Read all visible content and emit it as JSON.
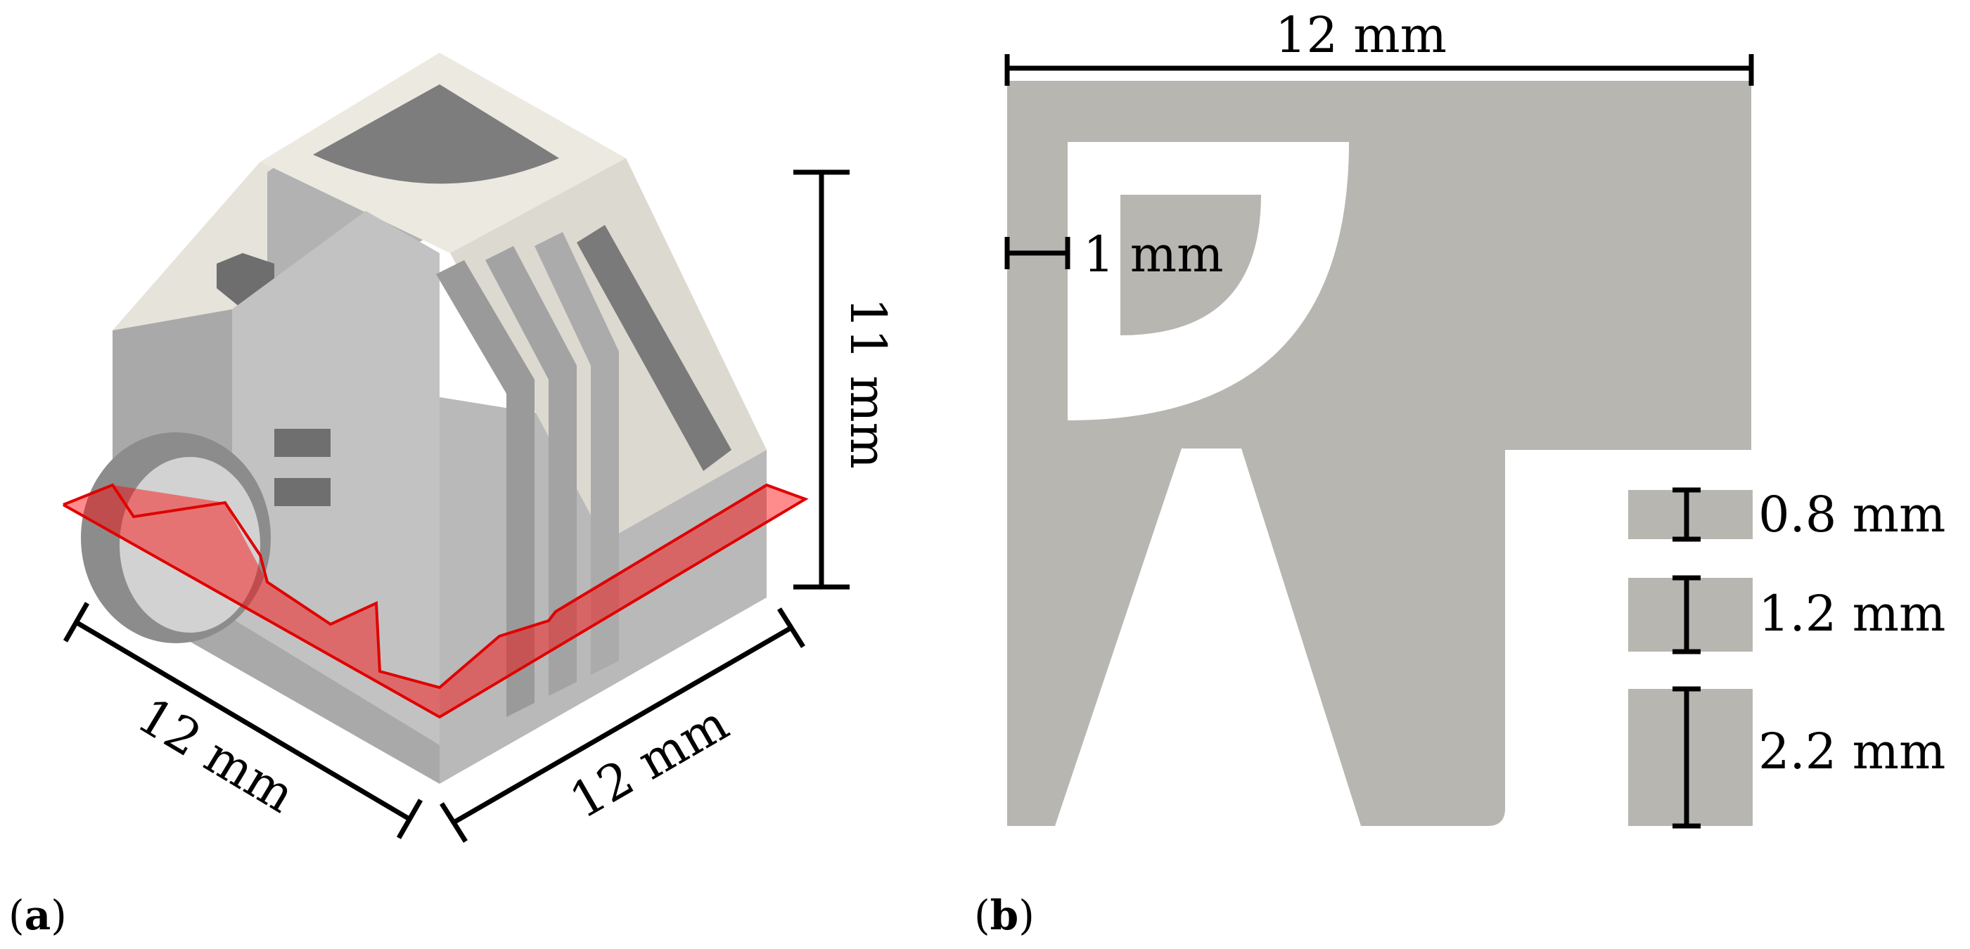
{
  "panel_a": {
    "label_open": "(",
    "label_letter": "a",
    "label_close": ")",
    "dim_left": "12 mm",
    "dim_right": "12 mm",
    "dim_height": "11 mm",
    "cut_plane_color": "#ff0000"
  },
  "panel_b": {
    "label_open": "(",
    "label_letter": "b",
    "label_close": ")",
    "dim_top": "12 mm",
    "dim_wall": "1 mm",
    "dim_slot_1": "0.8 mm",
    "dim_slot_2": "1.2 mm",
    "dim_slot_3": "2.2 mm",
    "section_color": "#b7b6b1"
  }
}
